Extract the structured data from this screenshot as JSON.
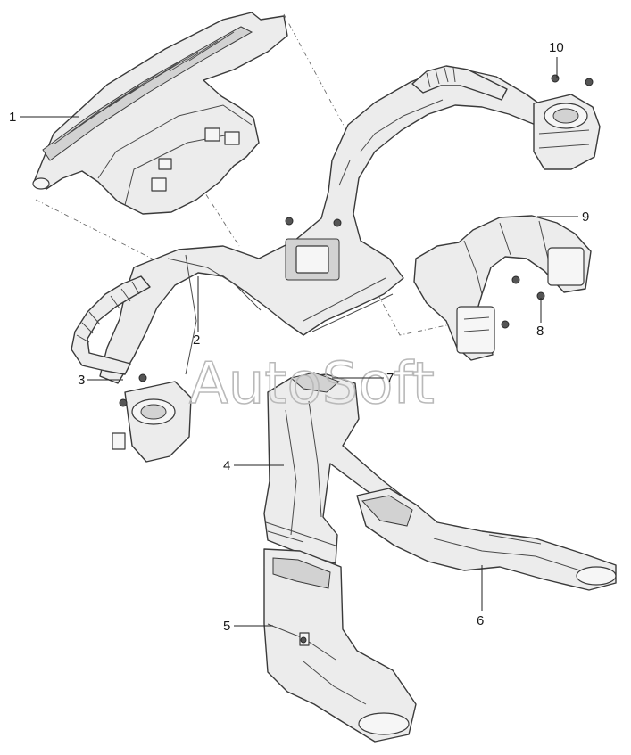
{
  "watermark": "AutoSoft",
  "callouts": {
    "c1": "1",
    "c2": "2",
    "c3": "3",
    "c4": "4",
    "c5": "5",
    "c6": "6",
    "c7": "7",
    "c8": "8",
    "c9": "9",
    "c10": "10"
  },
  "colors": {
    "background": "#ffffff",
    "line": "#3a3a3a",
    "fill": "#ececec"
  }
}
